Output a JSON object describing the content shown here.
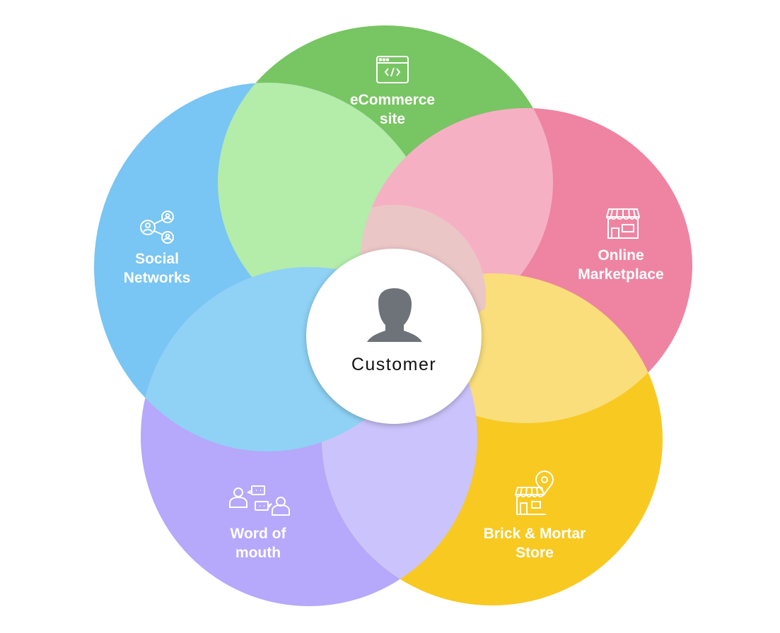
{
  "center": {
    "label": "Customer",
    "icon": "person-icon"
  },
  "segments": [
    {
      "id": "ecommerce",
      "line1": "eCommerce",
      "line2": "site",
      "icon": "code-window-icon",
      "color": "#78c563"
    },
    {
      "id": "social",
      "line1": "Social",
      "line2": "Networks",
      "icon": "social-network-icon",
      "color": "#79c5f3"
    },
    {
      "id": "marketplace",
      "line1": "Online",
      "line2": "Marketplace",
      "icon": "storefront-icon",
      "color": "#ee84a2"
    },
    {
      "id": "word-of-mouth",
      "line1": "Word of",
      "line2": "mouth",
      "icon": "conversation-icon",
      "color": "#b6a8fb"
    },
    {
      "id": "brick-mortar",
      "line1": "Brick & Mortar",
      "line2": "Store",
      "icon": "store-location-icon",
      "color": "#f8c921"
    }
  ],
  "overlap_colors": {
    "ecommerce_social": "#b4ecaa",
    "ecommerce_marketplace": "#f6b0c4",
    "marketplace_brick": "#f9de7b",
    "brick_word": "#cbc3fb",
    "word_social": "#8fd2f5",
    "center_core": "#ebc6c6"
  }
}
